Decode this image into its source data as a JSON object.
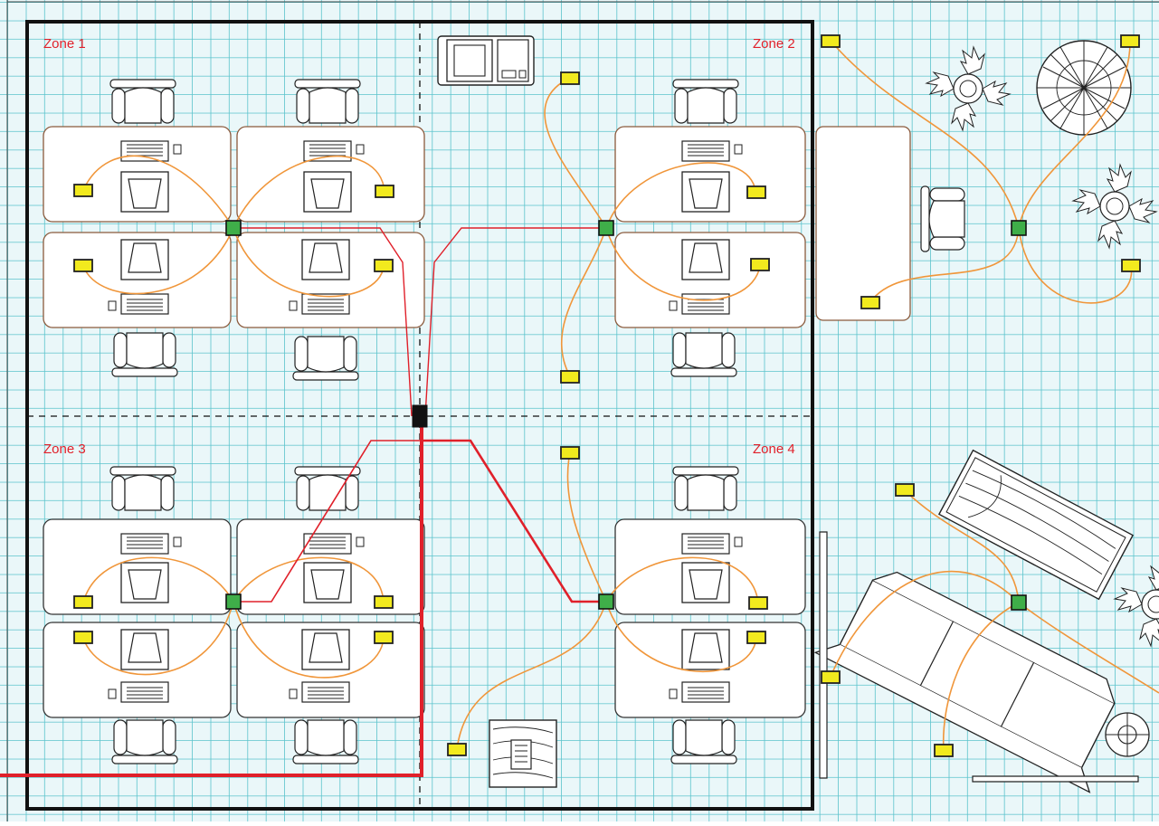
{
  "zones": [
    {
      "label": "Zone 1"
    },
    {
      "label": "Zone 2"
    },
    {
      "label": "Zone 3"
    },
    {
      "label": "Zone 4"
    }
  ],
  "colors": {
    "grid": "#5bc3cc",
    "background": "#e9f7f9",
    "zone_label": "#e0202a",
    "backbone_cable": "#e0202a",
    "drop_cable": "#f0963a",
    "outlet": "#f2ea1e",
    "junction": "#3fae49",
    "main_distribution": "#111111",
    "desk_zone_1_2": "#8b5a3c",
    "desk_zone_3_4": "#333333"
  },
  "icons": [
    "computer-workstation-icon",
    "office-chair-icon",
    "desk-monitor-icon",
    "potted-plant-icon",
    "round-tree-icon",
    "sofa-icon",
    "table-icon",
    "floor-lamp-icon",
    "data-outlet-icon",
    "zone-box-icon",
    "distribution-point-icon"
  ]
}
